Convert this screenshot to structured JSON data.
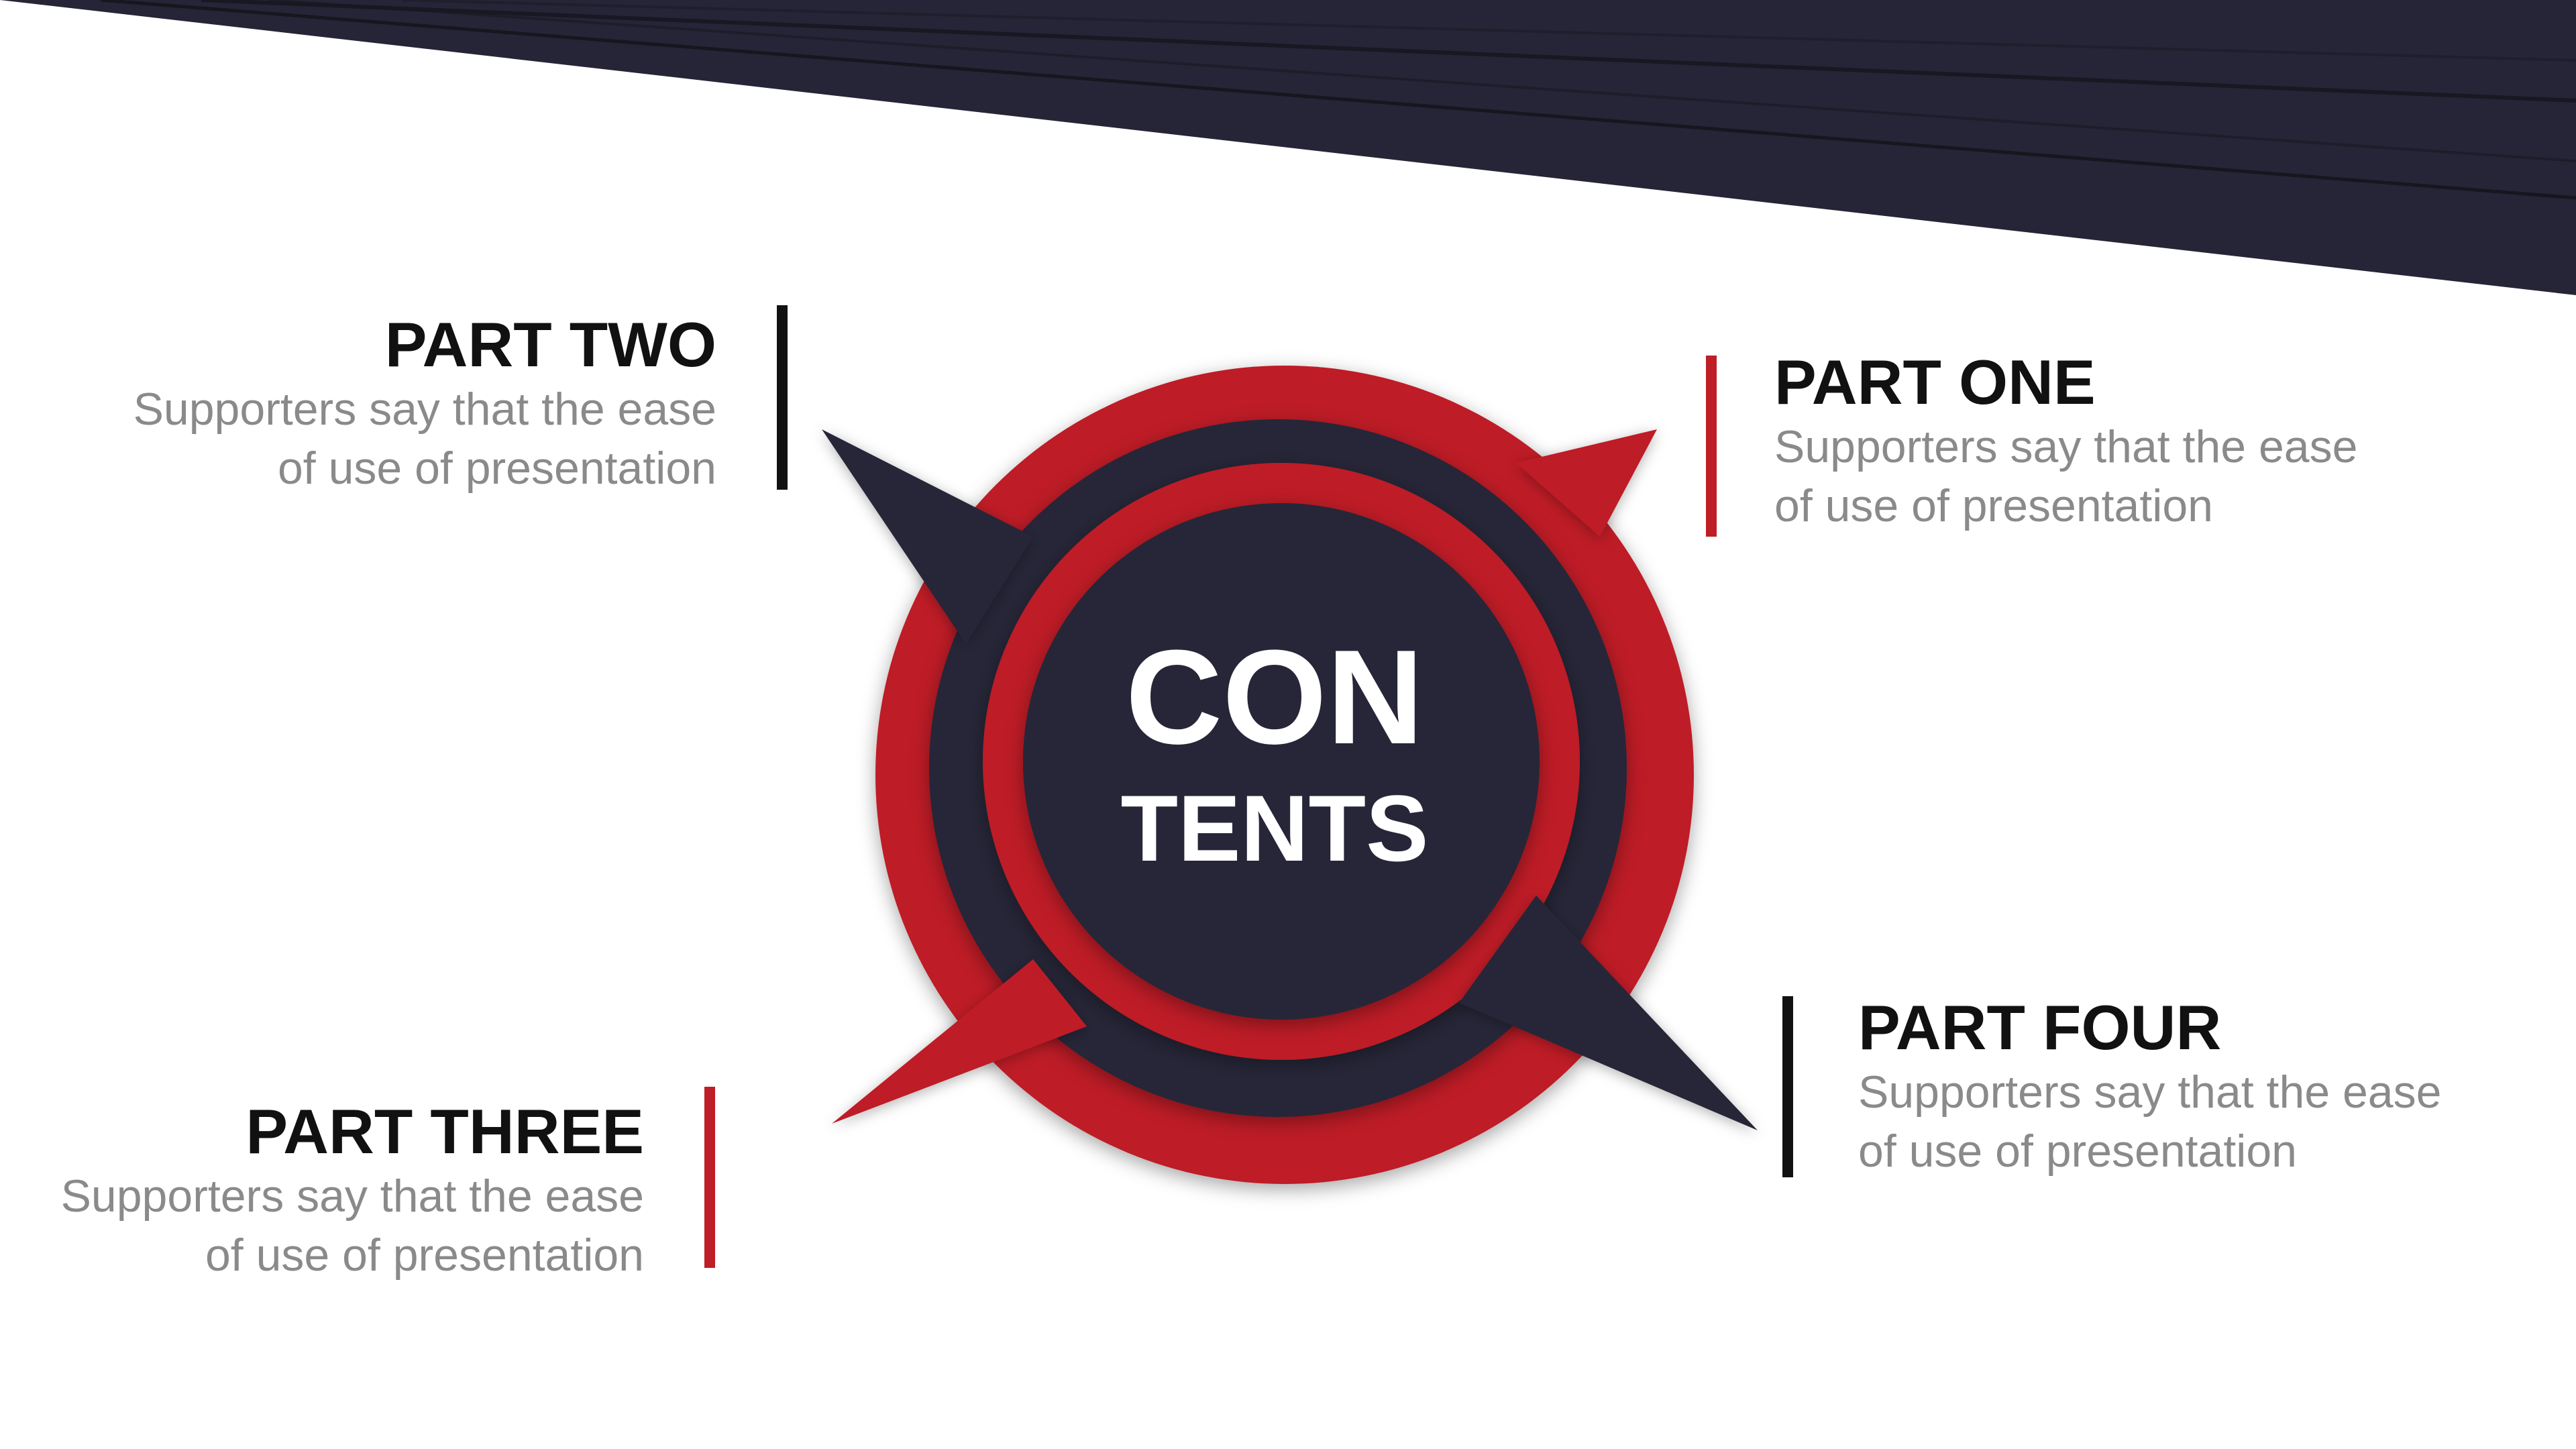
{
  "center": {
    "title_line1": "CON",
    "title_line2": "TENTS"
  },
  "parts": {
    "one": {
      "heading": "PART ONE",
      "description": "Supporters say that the ease of use of presentation"
    },
    "two": {
      "heading": "PART TWO",
      "description": "Supporters say that the ease of use of presentation"
    },
    "three": {
      "heading": "PART THREE",
      "description": "Supporters say that the ease of use of presentation"
    },
    "four": {
      "heading": "PART FOUR",
      "description": "Supporters say that the ease of use of presentation"
    }
  },
  "colors": {
    "navy": "#252537",
    "red": "#be1e26",
    "heading_text": "#111111",
    "description_text": "#8a8a8a",
    "background": "#ffffff"
  }
}
